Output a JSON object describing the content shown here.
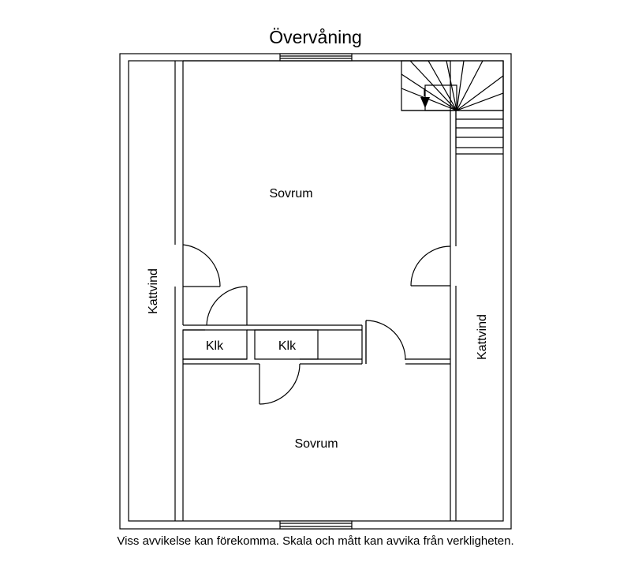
{
  "floor_title": "Övervåning",
  "rooms": {
    "bedroom_upper": "Sovrum",
    "bedroom_lower": "Sovrum",
    "closet_left": "Klk",
    "closet_right": "Klk",
    "attic_left": "Kattvind",
    "attic_right": "Kattvind"
  },
  "disclaimer": "Viss avvikelse kan förekomma. Skala och mått kan avvika från verkligheten."
}
